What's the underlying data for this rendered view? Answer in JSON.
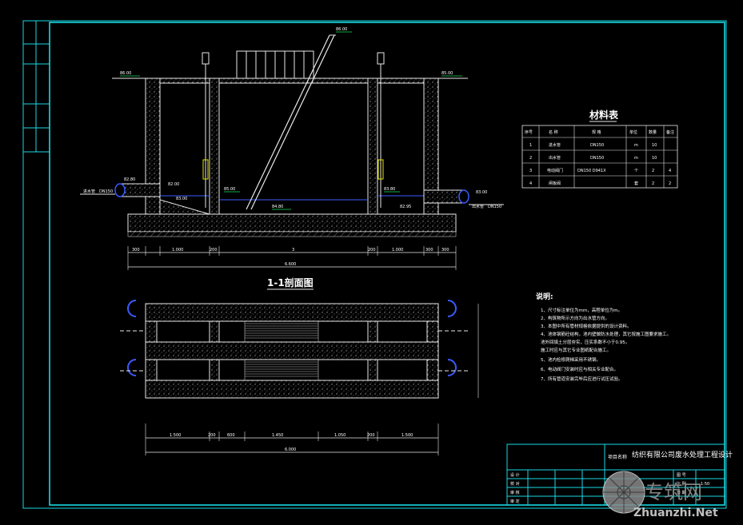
{
  "section_title": "1-1剖面图",
  "section_dims": [
    "300",
    "1.000",
    "200",
    "3",
    "200",
    "1.000",
    "300",
    "300"
  ],
  "section_total": "6.600",
  "plan_dims": [
    "1.500",
    "200",
    "600",
    "1.450",
    "1.050",
    "200",
    "1.500"
  ],
  "plan_total": "6.000",
  "level_marks": [
    "86.00",
    "85.00",
    "86.00",
    "85.00",
    "84.80",
    "83.80",
    "83.00",
    "82.95",
    "83.00",
    "82.80",
    "82.00"
  ],
  "pipe_labels": {
    "in": "进水管",
    "in_size": "DN150",
    "out": "出水管",
    "out_size": "DN150"
  },
  "materials": {
    "title": "材料表",
    "headers": [
      "序号",
      "名 称",
      "规 格",
      "单位",
      "数量",
      "备注"
    ],
    "rows": [
      [
        "1",
        "进水管",
        "DN150",
        "m",
        "10",
        ""
      ],
      [
        "2",
        "出水管",
        "DN150",
        "m",
        "10",
        ""
      ],
      [
        "3",
        "电动阀门",
        "DN150 D941X",
        "个",
        "2",
        "4"
      ],
      [
        "4",
        "闸板阀",
        "",
        "套",
        "2",
        "2"
      ]
    ]
  },
  "notes": {
    "title": "说明:",
    "items": [
      "1、尺寸标注单位为mm，高程单位为m。",
      "2、构筑物所示方向为出水管方向。",
      "3、本图中所有管材规格依据提供的设计资料。",
      "4、池体钢筋砼结构，池内壁做防水处理，其它按施工图要求施工。",
      "   池外回填土分层夯实，压实系数不小于0.95。",
      "   施工时应与其它专业图纸配合施工。",
      "5、池内检修爬梯采用不锈钢。",
      "6、电动阀门安装时应与相关专业配合。",
      "7、所有管道安装完毕后应进行试压试验。"
    ]
  },
  "title_block": {
    "project_label": "项目名称",
    "project_name": "纺织有限公司废水处理工程设计",
    "rows": [
      [
        "设 计",
        "",
        "",
        ""
      ],
      [
        "校 对",
        "",
        "",
        ""
      ],
      [
        "审 核",
        "",
        "",
        ""
      ],
      [
        "审 定",
        "",
        "",
        ""
      ]
    ],
    "right_labels": [
      "图 号",
      "比 例",
      "日 期"
    ],
    "right_values": [
      "",
      "1:50",
      ""
    ]
  },
  "watermark": {
    "cn": "专筑网",
    "url": "Zhuanzhi.Net"
  },
  "colors": {
    "frame": "#17d9e3",
    "line": "#e8e8e8",
    "accent": "#e6e600",
    "dim": "#19e05b"
  }
}
